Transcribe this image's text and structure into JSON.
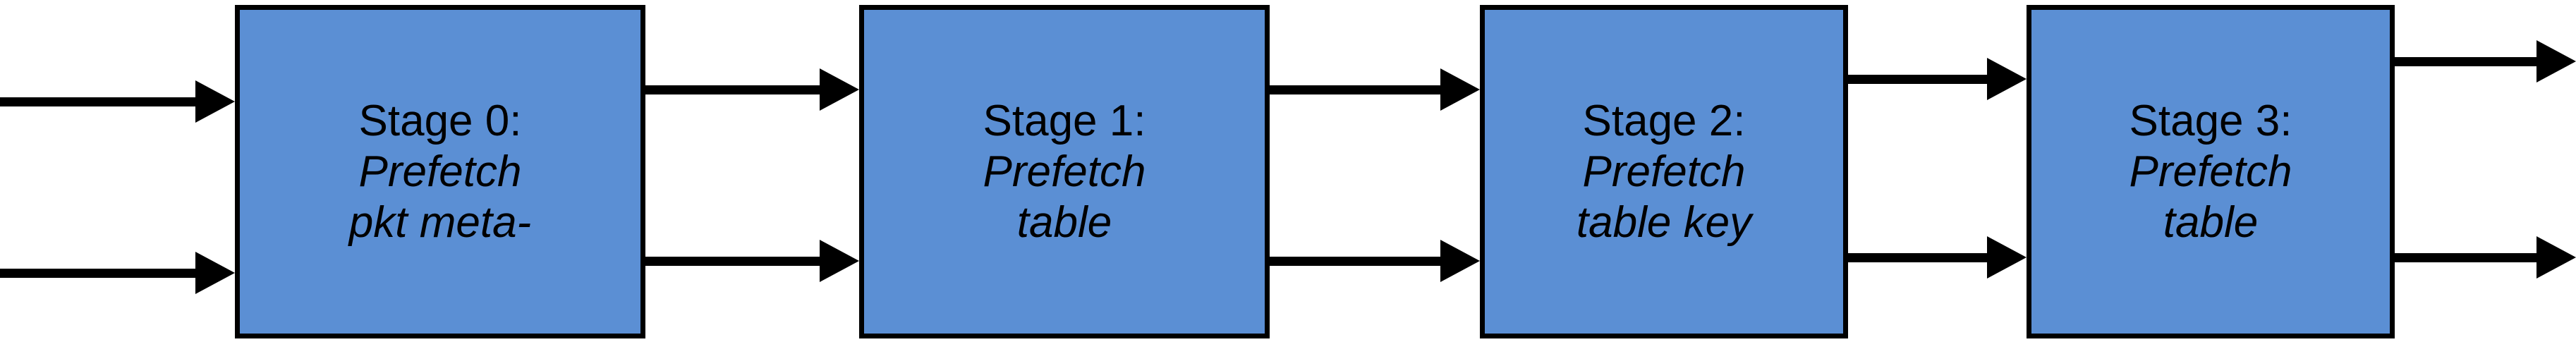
{
  "diagram": {
    "type": "pipeline-block-diagram",
    "orientation": "left-to-right",
    "stage_count": 4,
    "lane_count": 2,
    "colors": {
      "block_fill": "#5B8FD4",
      "block_border": "#000000",
      "arrow": "#000000",
      "background": "#ffffff",
      "text": "#000000"
    },
    "stages": [
      {
        "id": "stage-0",
        "title": "Stage 0:",
        "subtitle_lines": [
          "Prefetch",
          "pkt meta-"
        ]
      },
      {
        "id": "stage-1",
        "title": "Stage 1:",
        "subtitle_lines": [
          "Prefetch",
          "table"
        ]
      },
      {
        "id": "stage-2",
        "title": "Stage 2:",
        "subtitle_lines": [
          "Prefetch",
          "table key"
        ]
      },
      {
        "id": "stage-3",
        "title": "Stage 3:",
        "subtitle_lines": [
          "Prefetch",
          "table"
        ]
      }
    ],
    "connectors": [
      {
        "id": "in-top",
        "from": "edge-left",
        "to": "stage-0",
        "lane": "top",
        "has_head": true
      },
      {
        "id": "in-bottom",
        "from": "edge-left",
        "to": "stage-0",
        "lane": "bottom",
        "has_head": true
      },
      {
        "id": "s0-s1-top",
        "from": "stage-0",
        "to": "stage-1",
        "lane": "top",
        "has_head": true
      },
      {
        "id": "s0-s1-bottom",
        "from": "stage-0",
        "to": "stage-1",
        "lane": "bottom",
        "has_head": true
      },
      {
        "id": "s1-s2-top",
        "from": "stage-1",
        "to": "stage-2",
        "lane": "top",
        "has_head": true
      },
      {
        "id": "s1-s2-bottom",
        "from": "stage-1",
        "to": "stage-2",
        "lane": "bottom",
        "has_head": true
      },
      {
        "id": "s2-s3-top",
        "from": "stage-2",
        "to": "stage-3",
        "lane": "top",
        "has_head": true
      },
      {
        "id": "s2-s3-bottom",
        "from": "stage-2",
        "to": "stage-3",
        "lane": "bottom",
        "has_head": true
      },
      {
        "id": "out-top",
        "from": "stage-3",
        "to": "edge-right",
        "lane": "top",
        "has_head": true
      },
      {
        "id": "out-bottom",
        "from": "stage-3",
        "to": "edge-right",
        "lane": "bottom",
        "has_head": true
      }
    ]
  }
}
